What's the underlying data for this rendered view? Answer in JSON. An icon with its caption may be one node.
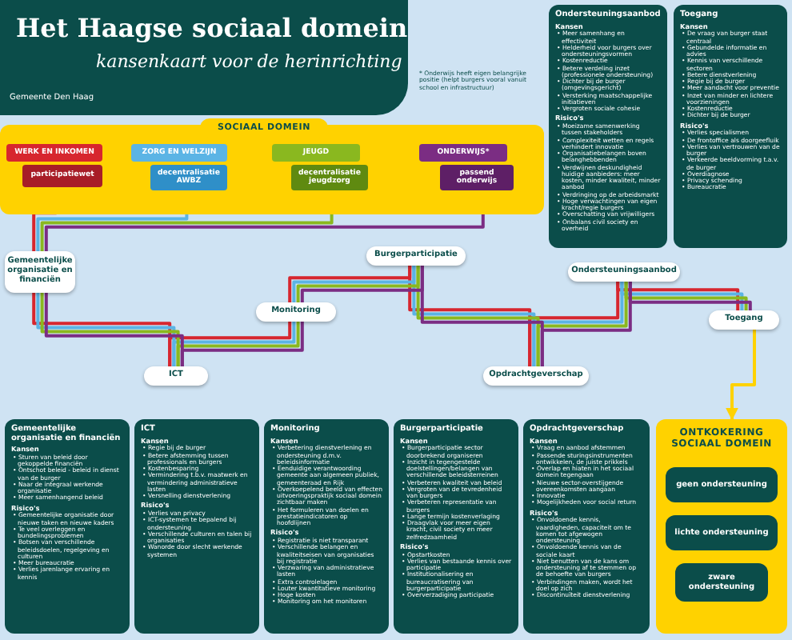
{
  "diagram": {
    "title": "Het Haagse sociaal domein",
    "nodes": [
      {
        "text": [
          "SOCIAAL DOMEIN"
        ]
      },
      {
        "text": [
          "WERK EN INKOMEN"
        ],
        "in": 0
      },
      {
        "text": [
          "participatiewet"
        ],
        "in": 0
      },
      {
        "text": [
          "ZORG EN WELZIJN"
        ],
        "in": 0
      },
      {
        "text": [
          "decentralisatie AWBZ"
        ],
        "in": 0
      },
      {
        "text": [
          "JEUGD"
        ],
        "in": 0
      },
      {
        "text": [
          "decentralisatie jeugdzorg"
        ],
        "in": 0
      },
      {
        "text": [
          "ONDERWIJS*"
        ],
        "in": 0
      },
      {
        "text": [
          "passend onderwijs"
        ],
        "in": 0
      },
      {
        "text": [
          "Ondersteuningsaanbod",
          "Kansen",
          "• Meer samenhang en effectiviteit",
          "• Helderheid voor burgers over ondersteuningsvormen",
          "• Kostenreductie",
          "• Betere verdeling inzet (professionele ondersteuning)",
          "• Dichter bij de burger (omgevingsgericht)",
          "• Versterking maatschappelijke initiatieven",
          "• Vergroten sociale cohesie",
          "Risico's",
          "• Moeizame samenwerking tussen stakeholders",
          "• Complexiteit wetten en regels verhindert innovatie",
          "• Organisatiebelangen boven belanghebbenden",
          "• Verdwijnen deskundigheid huidige aanbieders: meer kosten, minder kwaliteit, minder aanbod",
          "• Verdringing op de arbeidsmarkt",
          "• Hoge verwachtingen van eigen kracht/regie burgers",
          "• Overschatting van vrijwilligers",
          "• Onbalans civil society en overheid"
        ]
      },
      {
        "text": [
          "Toegang",
          "Kansen",
          "• De vraag van burger staat centraal",
          "• Gebundelde informatie en advies",
          "• Kennis van verschillende sectoren",
          "• Betere dienstverlening",
          "• Regie bij de burger",
          "• Meer aandacht voor preventie",
          "• Inzet van minder en lichtere voorzieningen",
          "• Kostenreductie",
          "• Dichter bij de burger",
          "Risico's",
          "• Verlies specialismen",
          "• De frontoffice als doorgeefluik",
          "• Verlies van vertrouwen van de burger",
          "• Verkeerde beeldvorming t.a.v. de burger",
          "• Overdiagnose",
          "• Privacy schending",
          "• Bureaucratie"
        ]
      },
      {
        "text": [
          "Gemeentelijke organisatie en financiën"
        ]
      },
      {
        "text": [
          "ICT"
        ]
      },
      {
        "text": [
          "Monitoring"
        ]
      },
      {
        "text": [
          "Burgerparticipatie"
        ]
      },
      {
        "text": [
          "Ondersteuningsaanbod"
        ]
      },
      {
        "text": [
          "Opdrachtgeverschap"
        ]
      },
      {
        "text": [
          "Toegang"
        ]
      },
      {
        "text": [
          "Gemeentelijke organisatie en financiën",
          "Kansen",
          "• Sturen van beleid door gekoppelde financiën",
          "• Ontschot beleid - beleid in dienst van de burger",
          "• Naar de integraal werkende organisatie",
          "• Meer samenhangend beleid",
          "Risico's",
          "• Gemeentelijke organisatie door nieuwe taken en nieuwe kaders",
          "• Te veel overleggen en bundelingsproblemen",
          "• Botsen van verschillende beleidsdoelen, regelgeving en culturen",
          "• Meer bureaucratie",
          "• Verlies jarenlange ervaring en kennis"
        ]
      },
      {
        "text": [
          "ICT",
          "Kansen",
          "• Regie bij de burger",
          "• Betere afstemming tussen professionals en burgers",
          "• Kostenbesparing",
          "• Vermindering t.b.v. maatwerk en vermindering administratieve lasten",
          "• Versnelling dienstverlening",
          "Risico's",
          "• Verlies van privacy",
          "• ICT-systemen te bepalend bij ondersteuning",
          "• Verschillende culturen en talen bij organisaties",
          "• Wanorde door slecht werkende systemen"
        ]
      },
      {
        "text": [
          "Monitoring",
          "Kansen",
          "• Verbetering dienstverlening en ondersteuning d.m.v. beleidsinformatie",
          "• Eenduidige verantwoording gemeente aan algemeen publiek, gemeenteraad en Rijk",
          "• Overkoepelend beeld van effecten uitvoeringspraktijk sociaal domein zichtbaar maken",
          "• Het formuleren van doelen en prestatieindicatoren op hoofdlijnen",
          "Risico's",
          "• Registratie is niet transparant",
          "• Verschillende belangen en kwaliteitseisen van organisaties bij registratie",
          "• Verzwaring van administratieve lasten",
          "• Extra controlelagen",
          "• Louter kwantitatieve monitoring",
          "• Hoge kosten",
          "• Monitoring om het monitoren"
        ]
      },
      {
        "text": [
          "Burgerparticipatie",
          "Kansen",
          "• Burgerparticipatie sector doorbrekend organiseren",
          "• Inzicht in tegengestelde doelstellingen/belangen van verschillende beleidsterreinen",
          "• Verbeteren kwaliteit van beleid",
          "• Vergroten van de tevredenheid van burgers",
          "• Verbeteren representatie van burgers",
          "• Lange termijn kostenverlaging",
          "• Draagvlak voor meer eigen kracht, civil society en meer zelfredzaamheid",
          "Risico's",
          "• Opstartkosten",
          "• Verlies van bestaande kennis over participatie",
          "• Institutionalisering en bureaucratisering van burgerparticipatie",
          "• Oververzadiging participatie"
        ]
      },
      {
        "text": [
          "Opdrachtgeverschap",
          "Kansen",
          "• Vraag en aanbod afstemmen",
          "• Passende sturingsinstrumenten ontwikkelen, de juiste prikkels",
          "• Overlap en hiaten in het sociaal domein tegengaan",
          "• Nieuwe sector-overstijgende overeenkomsten aangaan",
          "• Innovatie",
          "• Mogelijkheden voor social return",
          "Risico's",
          "• Onvoldoende kennis, vaardigheden, capaciteit om te komen tot afgewogen ondersteuning",
          "• Onvoldoende kennis van de sociale kaart",
          "• Niet benutten van de kans om ondersteuning af te stemmen op de behoefte van burgers",
          "• Verbindingen maken, wordt het doel op zich",
          "• Discontinuïteit dienstverlening"
        ]
      },
      {
        "text": [
          "ONTKOKERING SOCIAAL DOMEIN"
        ]
      },
      {
        "text": [
          "geen ondersteuning"
        ],
        "in": 23
      },
      {
        "text": [
          "lichte ondersteuning"
        ],
        "in": 23
      },
      {
        "text": [
          "zware ondersteuning"
        ],
        "in": 23
      }
    ],
    "edges": [
      {
        "from": 2,
        "to": 11,
        "arrow": "none",
        "color": "#d7262e"
      },
      {
        "from": 11,
        "to": 12,
        "arrow": "none",
        "color": "#d7262e"
      },
      {
        "from": 12,
        "to": 13,
        "arrow": "none",
        "color": "#d7262e"
      },
      {
        "from": 13,
        "to": 14,
        "arrow": "none",
        "color": "#d7262e"
      },
      {
        "from": 14,
        "to": 16,
        "arrow": "none",
        "color": "#d7262e"
      },
      {
        "from": 16,
        "to": 15,
        "arrow": "none",
        "color": "#d7262e"
      },
      {
        "from": 15,
        "to": 17,
        "arrow": "none",
        "color": "#d7262e"
      },
      {
        "from": 4,
        "to": 11,
        "arrow": "none",
        "color": "#5bb4e5"
      },
      {
        "from": 11,
        "to": 12,
        "arrow": "none",
        "color": "#5bb4e5"
      },
      {
        "from": 12,
        "to": 13,
        "arrow": "none",
        "color": "#5bb4e5"
      },
      {
        "from": 13,
        "to": 14,
        "arrow": "none",
        "color": "#5bb4e5"
      },
      {
        "from": 14,
        "to": 16,
        "arrow": "none",
        "color": "#5bb4e5"
      },
      {
        "from": 16,
        "to": 15,
        "arrow": "none",
        "color": "#5bb4e5"
      },
      {
        "from": 15,
        "to": 17,
        "arrow": "none",
        "color": "#5bb4e5"
      },
      {
        "from": 6,
        "to": 11,
        "arrow": "none",
        "color": "#8ab81f"
      },
      {
        "from": 11,
        "to": 12,
        "arrow": "none",
        "color": "#8ab81f"
      },
      {
        "from": 12,
        "to": 13,
        "arrow": "none",
        "color": "#8ab81f"
      },
      {
        "from": 13,
        "to": 14,
        "arrow": "none",
        "color": "#8ab81f"
      },
      {
        "from": 14,
        "to": 16,
        "arrow": "none",
        "color": "#8ab81f"
      },
      {
        "from": 16,
        "to": 15,
        "arrow": "none",
        "color": "#8ab81f"
      },
      {
        "from": 15,
        "to": 17,
        "arrow": "none",
        "color": "#8ab81f"
      },
      {
        "from": 8,
        "to": 11,
        "arrow": "none",
        "color": "#7b2d83"
      },
      {
        "from": 11,
        "to": 12,
        "arrow": "none",
        "color": "#7b2d83"
      },
      {
        "from": 12,
        "to": 13,
        "arrow": "none",
        "color": "#7b2d83"
      },
      {
        "from": 13,
        "to": 14,
        "arrow": "none",
        "color": "#7b2d83"
      },
      {
        "from": 14,
        "to": 16,
        "arrow": "none",
        "color": "#7b2d83"
      },
      {
        "from": 16,
        "to": 15,
        "arrow": "none",
        "color": "#7b2d83"
      },
      {
        "from": 15,
        "to": 17,
        "arrow": "none",
        "color": "#7b2d83"
      },
      {
        "from": 17,
        "to": 23,
        "arrow": "to",
        "color": "#ffd200"
      }
    ],
    "labels": [
      "Gemeente Den Haag",
      "kansenkaart voor de herinrichting",
      "* Onderwijs heeft eigen belangrijke positie (helpt burgers vooral vanuit school en infrastructuur)"
    ]
  }
}
